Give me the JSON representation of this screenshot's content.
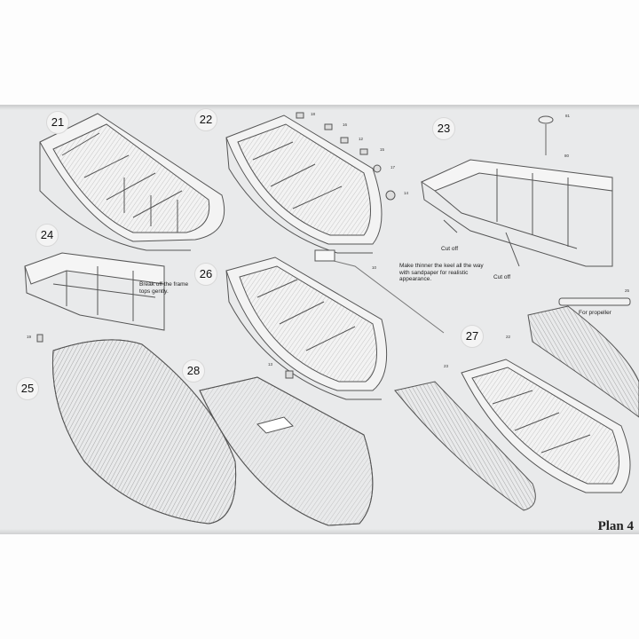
{
  "steps": {
    "s21": "21",
    "s22": "22",
    "s23": "23",
    "s24": "24",
    "s25": "25",
    "s26": "26",
    "s27": "27",
    "s28": "28"
  },
  "notes": {
    "keel_line1": "Make thinner the keel all the way",
    "keel_line2": "with sandpaper for realistic",
    "keel_line3": "appearance.",
    "break_line1": "Break off the frame",
    "break_line2": "tops gently.",
    "cut_off_1": "Cut off",
    "cut_off_2": "Cut off",
    "for_propeller": "For propeller"
  },
  "parts": {
    "p18": "18",
    "p16": "16",
    "p12": "12",
    "p15": "15",
    "p17": "17",
    "p14": "14",
    "p10": "10",
    "p81": "81",
    "p80": "80",
    "p19": "19",
    "p22": "22",
    "p23": "23",
    "p25": "25",
    "p13": "13"
  },
  "footer": {
    "plan_label": "Plan 4"
  }
}
